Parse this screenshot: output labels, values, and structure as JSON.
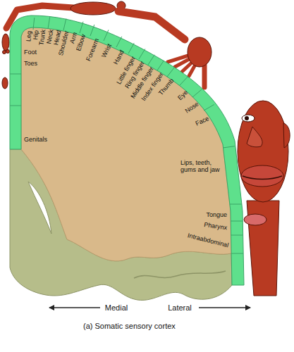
{
  "diagram": {
    "caption": "(a) Somatic sensory cortex",
    "labels": [
      "Leg",
      "Hip",
      "Trunk",
      "Neck",
      "Head",
      "Shoulder",
      "Arm",
      "Elbow",
      "Forearm",
      "Wrist",
      "Hand",
      "Little finger",
      "Ring finger",
      "Middle finger",
      "Index finger",
      "Thumb",
      "Eye",
      "Nose",
      "Face",
      "Foot",
      "Toes",
      "Genitals",
      "Lips, teeth, gums and jaw",
      "Tongue",
      "Pharynx",
      "Intraabdominal",
      "Medial",
      "Lateral"
    ]
  }
}
